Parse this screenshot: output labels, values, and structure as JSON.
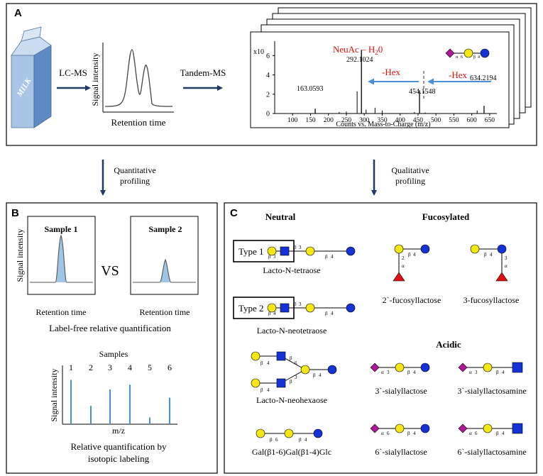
{
  "panels": {
    "A": {
      "letter": "A",
      "milk_label": "MILK",
      "lcms_label": "LC-MS",
      "tandem_label": "Tandem-MS",
      "chrom_ylabel": "Signal intensity",
      "chrom_xlabel": "Retention time",
      "spectrum": {
        "y_multiplier": "x10",
        "y_ticks": [
          "6",
          "4",
          "2",
          "0"
        ],
        "x_ticks": [
          "100",
          "150",
          "200",
          "250",
          "300",
          "350",
          "400",
          "450",
          "500",
          "550",
          "600",
          "650"
        ],
        "xlabel": "Counts vs. Mass-to-Charge (m/z)",
        "neuac_label": "NeuAc – H",
        "neuac_subscript": "2",
        "neuac_tail": "0",
        "hex_label_1": "-Hex",
        "hex_label_2": "-Hex",
        "peak_labels": [
          "163.0593",
          "292.1024",
          "454.1548",
          "634.2194"
        ],
        "glycan_alpha": "α",
        "glycan_6": "6",
        "glycan_beta": "β",
        "glycan_4": "4"
      }
    },
    "arrows": {
      "quantitative": [
        "Quantitative",
        "profiling"
      ],
      "qualitative": [
        "Qualitative",
        "profiling"
      ]
    },
    "B": {
      "letter": "B",
      "sample1": "Sample 1",
      "sample2": "Sample 2",
      "vs": "VS",
      "ylabel": "Signal intensity",
      "xlabel1": "Retention time",
      "xlabel2": "Retention time",
      "caption1": "Label-free relative quantification",
      "samples_title": "Samples",
      "sample_numbers": [
        "1",
        "2",
        "3",
        "4",
        "5",
        "6"
      ],
      "ms_ylabel": "Signal intensity",
      "ms_xlabel": "m/z",
      "caption2": [
        "Relative quantification by",
        "isotopic labeling"
      ]
    },
    "C": {
      "letter": "C",
      "neutral": "Neutral",
      "fucosylated": "Fucosylated",
      "acidic": "Acidic",
      "type1": "Type 1",
      "type2": "Type 2",
      "names": {
        "lnt": "Lacto-N-tetraose",
        "lnnt": "Lacto-N-neotetraose",
        "lnnh": "Lacto-N-neohexaose",
        "galgal": "Gal(β1-6)Gal(β1-4)Glc",
        "fl2": "2`-fucosyllactose",
        "fl3": "3-fucosyllactose",
        "sl3": "3`-sialyllactose",
        "sln3": "3`-sialyllactosamine",
        "sl6": "6`-sialyllactose",
        "sln6": "6`-sialyllactosamine"
      },
      "link": {
        "b": "β",
        "a": "α",
        "n2": "2",
        "n3": "3",
        "n4": "4",
        "n6": "6"
      }
    }
  },
  "chart_data": [
    {
      "type": "line",
      "ylabel": "Signal intensity",
      "xlabel": "Retention time",
      "peaks": 2
    },
    {
      "type": "bar",
      "xlabel": "Counts vs. Mass-to-Charge (m/z)",
      "y_multiplier": "x10",
      "x": [
        163.0593,
        292.1024,
        454.1548,
        634.2194
      ],
      "values": [
        0.5,
        6.6,
        2.4,
        0.8
      ],
      "xlim": [
        50,
        670
      ],
      "ylim": [
        0,
        7.5
      ]
    },
    {
      "type": "bar",
      "categories": [
        "1",
        "2",
        "3",
        "4",
        "5",
        "6"
      ],
      "values": [
        0.92,
        0.38,
        0.72,
        0.82,
        0.14,
        0.55
      ],
      "xlabel": "m/z",
      "ylabel": "Signal intensity"
    }
  ],
  "colors": {
    "gal": "#f5e617",
    "glc": "#1432d6",
    "glcnac": "#1432d6",
    "neuac": "#b0169a",
    "fuc": "#e01010",
    "arrow_dark": "#1f3b63",
    "arrow_light": "#4a8fd6",
    "annot_red": "#e01010",
    "peak_fill": "#9ec4e6"
  }
}
